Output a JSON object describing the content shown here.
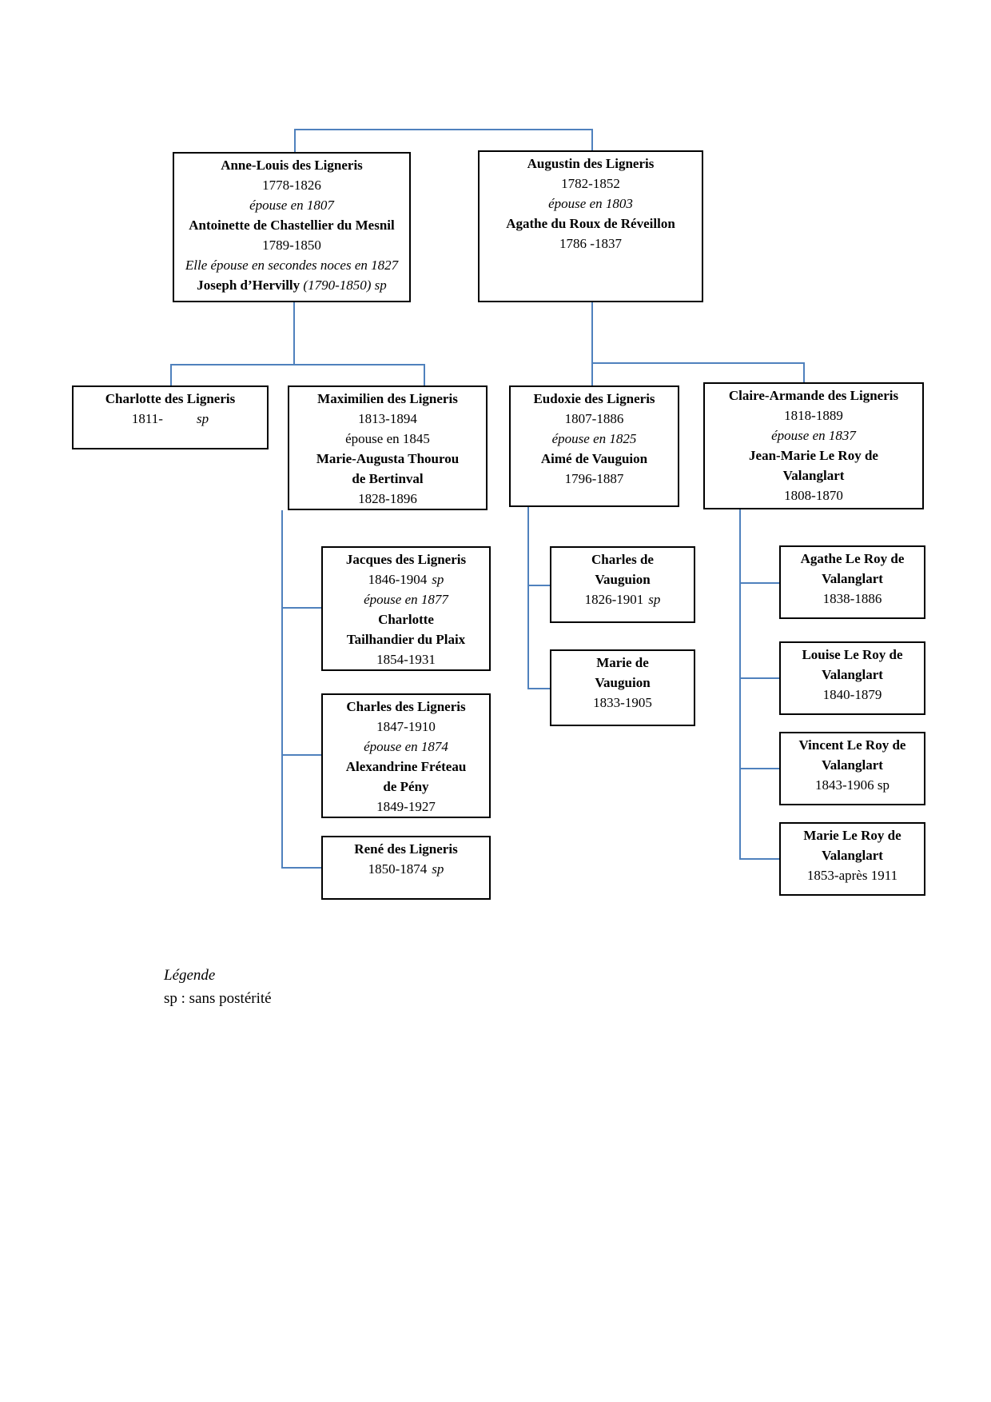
{
  "colors": {
    "connector": "#4f81bd",
    "border": "#000000",
    "text": "#000000"
  },
  "legend": {
    "title": "Légende",
    "entry": "sp : sans postérité"
  },
  "persons": {
    "anne_louis": {
      "name": "Anne-Louis des Ligneris",
      "dates": "1778-1826",
      "marriage": "épouse en 1807",
      "spouse": "Antoinette de Chastellier du Mesnil",
      "spouse_dates": "1789-1850",
      "note": "Elle épouse en secondes noces en 1827",
      "second_husband": "Joseph d’Hervilly",
      "second_husband_dates": " (1790-1850) sp"
    },
    "augustin": {
      "name": "Augustin des Ligneris",
      "dates": "1782-1852",
      "marriage": "épouse en 1803",
      "spouse": "Agathe du Roux de Réveillon",
      "spouse_dates": "1786 -1837"
    },
    "charlotte": {
      "name": "Charlotte des Ligneris",
      "dates": "1811-",
      "sp": "sp"
    },
    "maximilien": {
      "name": "Maximilien des Ligneris",
      "dates": "1813-1894",
      "marriage": "épouse en 1845",
      "spouse_line1": "Marie-Augusta Thourou",
      "spouse_line2": "de Bertinval",
      "spouse_dates": "1828-1896"
    },
    "eudoxie": {
      "name": "Eudoxie des Ligneris",
      "dates": "1807-1886",
      "marriage": "épouse en 1825",
      "spouse": "Aimé de Vauguion",
      "spouse_dates": "1796-1887"
    },
    "claire": {
      "name": "Claire-Armande des Ligneris",
      "dates": "1818-1889",
      "marriage": "épouse en 1837",
      "spouse_line1": "Jean-Marie Le Roy de",
      "spouse_line2": "Valanglart",
      "spouse_dates": "1808-1870"
    },
    "jacques": {
      "name": "Jacques des Ligneris",
      "dates": "1846-1904",
      "sp": "sp",
      "marriage": "épouse en 1877",
      "spouse_line1": "Charlotte",
      "spouse_line2": "Tailhandier du Plaix",
      "spouse_dates": "1854-1931"
    },
    "charles_ligneris": {
      "name": "Charles des Ligneris",
      "dates": "1847-1910",
      "marriage": "épouse en 1874",
      "spouse_line1": "Alexandrine Fréteau",
      "spouse_line2": "de Pény",
      "spouse_dates": "1849-1927"
    },
    "rene": {
      "name": "René des Ligneris",
      "dates": "1850-1874",
      "sp": "sp"
    },
    "charles_vauguion": {
      "name_line1": "Charles de",
      "name_line2": "Vauguion",
      "dates": "1826-1901",
      "sp": "sp"
    },
    "marie_vauguion": {
      "name_line1": "Marie de",
      "name_line2": "Vauguion",
      "dates": "1833-1905"
    },
    "agathe_leroy": {
      "name_line1": "Agathe Le Roy de",
      "name_line2": "Valanglart",
      "dates": "1838-1886"
    },
    "louise_leroy": {
      "name_line1": "Louise Le Roy de",
      "name_line2": "Valanglart",
      "dates": "1840-1879"
    },
    "vincent_leroy": {
      "name_line1": "Vincent Le Roy de",
      "name_line2": "Valanglart",
      "dates": "1843-1906 sp"
    },
    "marie_leroy": {
      "name_line1": "Marie Le Roy de",
      "name_line2": "Valanglart",
      "dates": "1853-après 1911"
    }
  }
}
